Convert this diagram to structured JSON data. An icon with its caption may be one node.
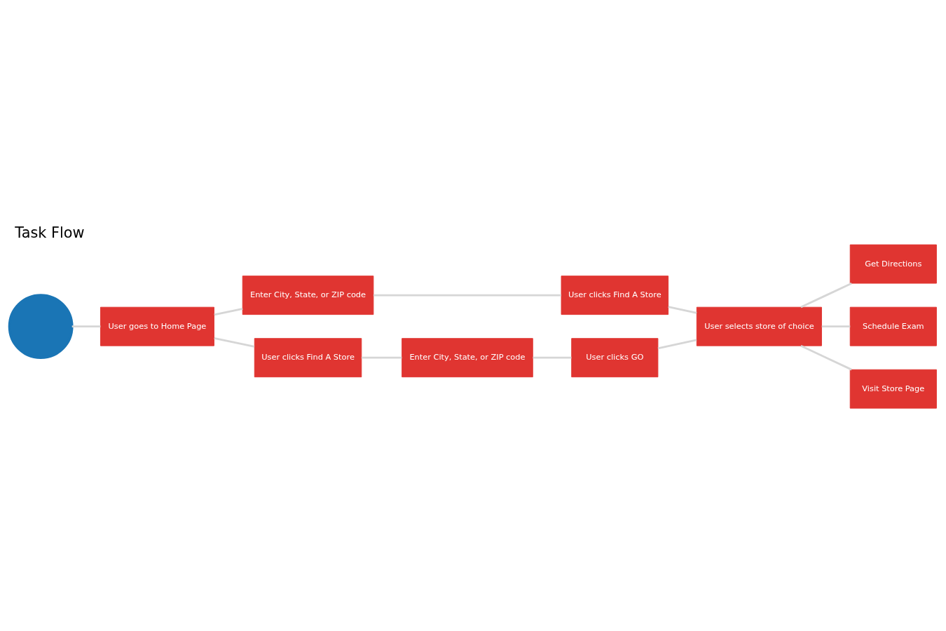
{
  "diagram": {
    "title": "Task Flow",
    "nodes": [
      {
        "text": [],
        "shape": "person"
      },
      {
        "text": [
          "User goes to Home Page"
        ]
      },
      {
        "text": [
          "Enter City, State, or ZIP code"
        ]
      },
      {
        "text": [
          "User clicks Find A Store"
        ]
      },
      {
        "text": [
          "User clicks Find A Store"
        ]
      },
      {
        "text": [
          "User selects store of choice"
        ]
      },
      {
        "text": [
          "Enter City, State, or ZIP code"
        ]
      },
      {
        "text": [
          "User clicks GO"
        ]
      },
      {
        "text": [
          "Get Directions"
        ]
      },
      {
        "text": [
          "Schedule Exam"
        ]
      },
      {
        "text": [
          "Visit Store Page"
        ]
      }
    ],
    "edges": [
      {
        "from": 0,
        "to": 1,
        "arrow": "none"
      },
      {
        "from": 1,
        "to": 2,
        "arrow": "none"
      },
      {
        "from": 1,
        "to": 3,
        "arrow": "none"
      },
      {
        "from": 2,
        "to": 4,
        "arrow": "none"
      },
      {
        "from": 4,
        "to": 5,
        "arrow": "none"
      },
      {
        "from": 3,
        "to": 6,
        "arrow": "none"
      },
      {
        "from": 6,
        "to": 7,
        "arrow": "none"
      },
      {
        "from": 7,
        "to": 5,
        "arrow": "none"
      },
      {
        "from": 5,
        "to": 8,
        "arrow": "none"
      },
      {
        "from": 5,
        "to": 9,
        "arrow": "none"
      },
      {
        "from": 5,
        "to": 10,
        "arrow": "none"
      }
    ]
  }
}
